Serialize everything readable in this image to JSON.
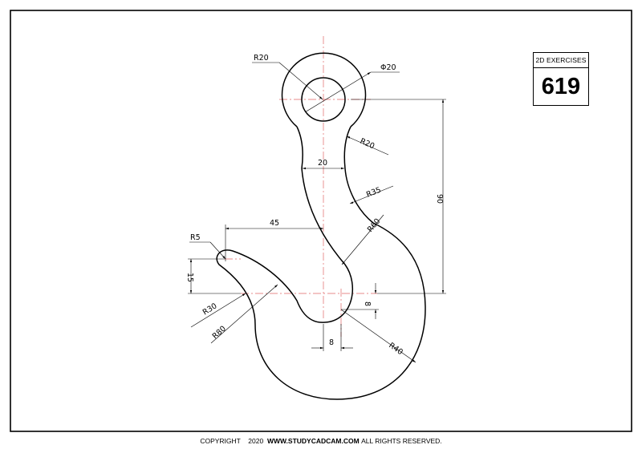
{
  "title_block": {
    "heading": "2D EXERCISES",
    "number": "619"
  },
  "dimensions": {
    "eye_outer_radius": "R20",
    "eye_hole_diameter": "Φ20",
    "neck_fillet": "R20",
    "shank_width": "20",
    "inner_arc": "R35",
    "outer_arc": "R60",
    "overall_height": "90",
    "tip_offset": "45",
    "tip_radius": "R5",
    "tip_height": "15",
    "tip_outer_arc": "R30",
    "throat_arc": "R80",
    "center_offset_v": "8",
    "center_offset_h": "8",
    "bottom_arc": "R40"
  },
  "footer": {
    "copyright": "COPYRIGHT",
    "year": "2020",
    "site": "WWW.STUDYCADCAM.COM",
    "rights": "ALL RIGHTS RESERVED."
  }
}
